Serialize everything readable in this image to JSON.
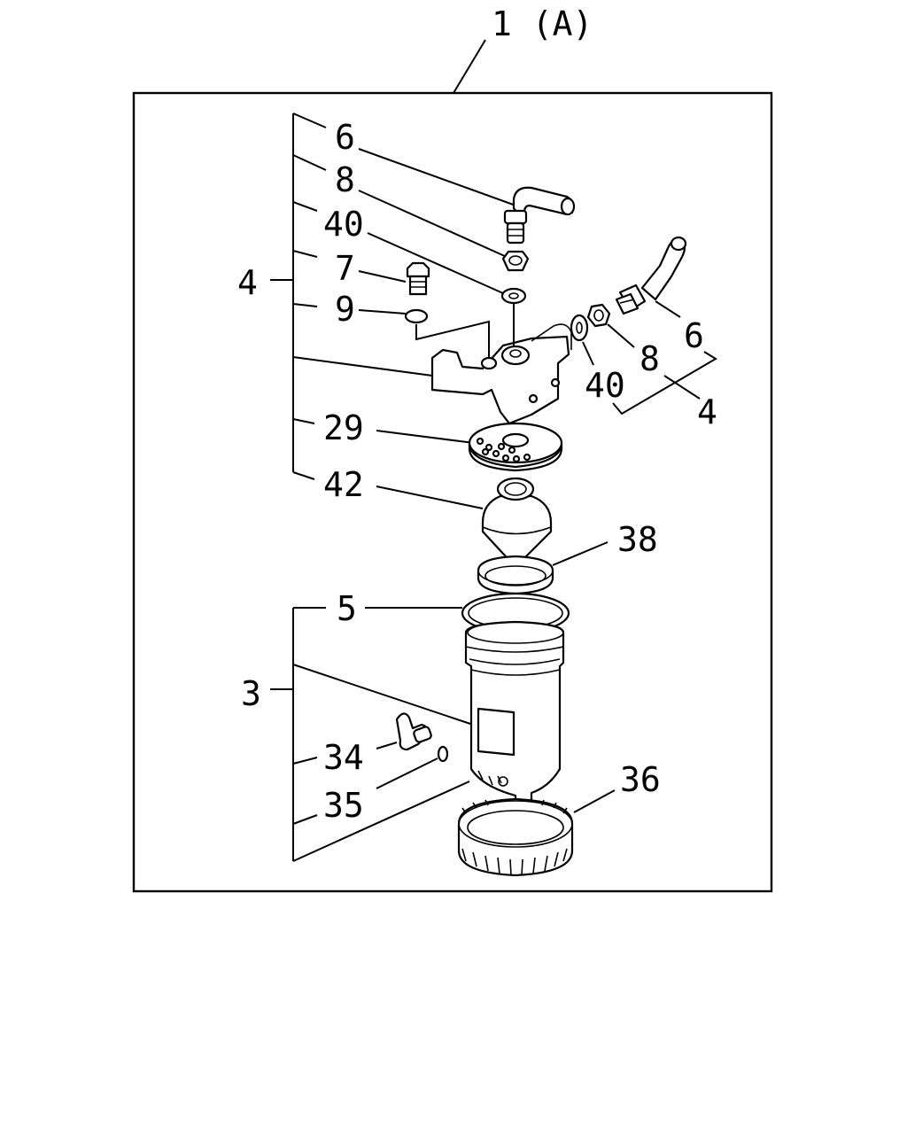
{
  "diagram": {
    "title": "1 (A)",
    "labels": {
      "p6_top": "6",
      "p8_top": "8",
      "p40_top": "40",
      "p7": "7",
      "p9": "9",
      "p4_left": "4",
      "p29": "29",
      "p42": "42",
      "p38": "38",
      "p6_right": "6",
      "p8_right": "8",
      "p40_right": "40",
      "p4_right": "4",
      "p5": "5",
      "p3": "3",
      "p34": "34",
      "p35": "35",
      "p36": "36"
    }
  }
}
